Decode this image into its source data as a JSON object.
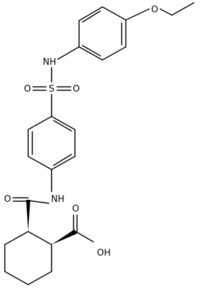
{
  "molecule": {
    "atoms": {
      "ethoxy_o": "O",
      "amine_nh_top": "NH",
      "sulfonyl_s": "S",
      "sulfonyl_o_left": "O",
      "sulfonyl_o_right": "O",
      "amide_nh": "NH",
      "amide_o": "O",
      "acid_o": "O",
      "acid_oh": "OH"
    },
    "colors": {
      "ink": "#000000",
      "background": "#ffffff"
    }
  }
}
